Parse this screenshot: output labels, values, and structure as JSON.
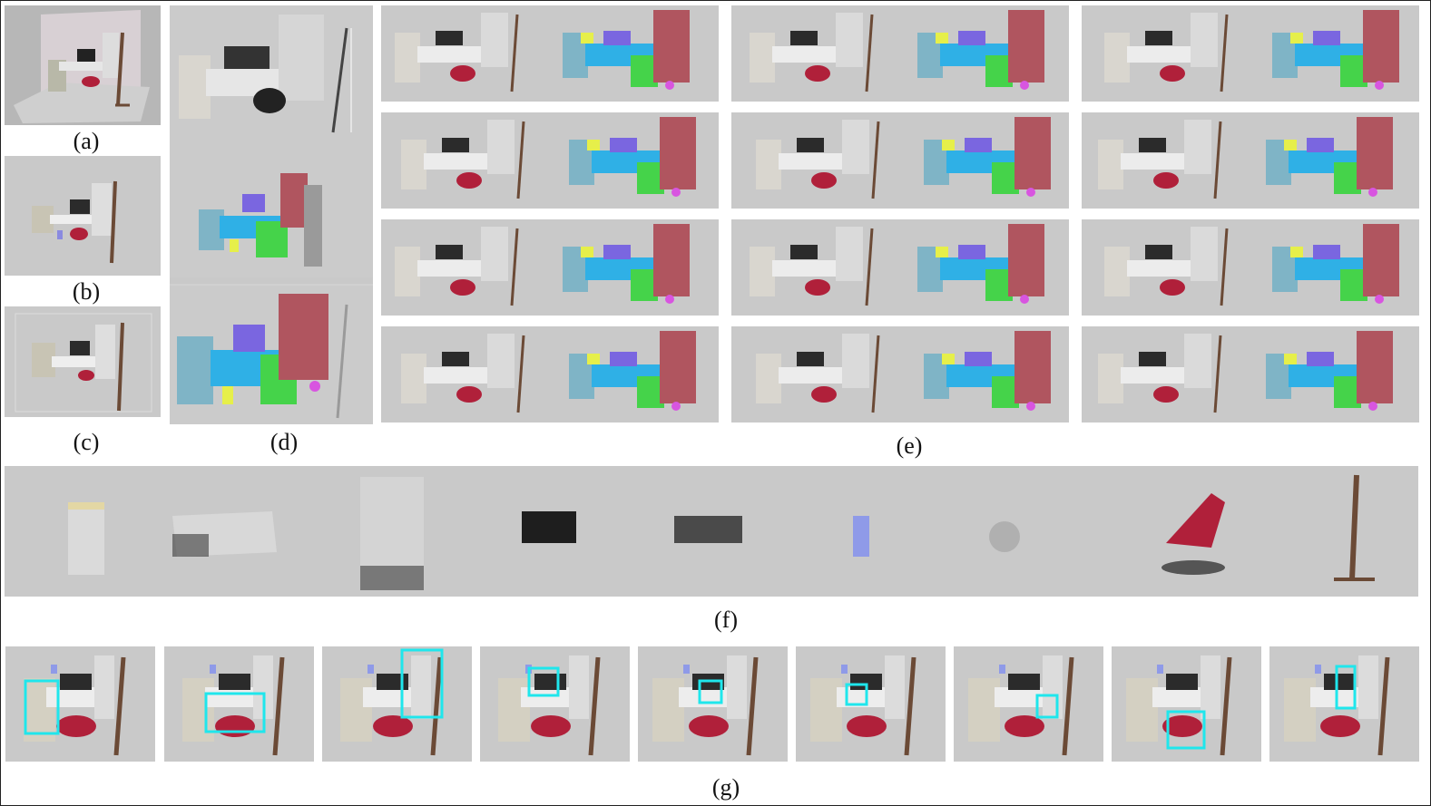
{
  "figure": {
    "captions": {
      "a": "(a)",
      "b": "(b)",
      "c": "(c)",
      "d": "(d)",
      "e": "(e)",
      "f": "(f)",
      "g": "(g)"
    }
  },
  "colors": {
    "panel_bg": "#c9c9c9",
    "segment_cyan": "#2fb0e6",
    "segment_blue_gray": "#7fb4c6",
    "segment_green": "#45d34a",
    "segment_yellow": "#e6ef4a",
    "segment_purple": "#7a66e0",
    "segment_red": "#b0555f",
    "segment_magenta": "#d855e0",
    "highlight_box": "#1fe6ec",
    "chair_red": "#b0203a",
    "rack_brown": "#6b4a36"
  },
  "panels": {
    "e_grid": {
      "columns": 3,
      "rows": 4
    },
    "f_objects": [
      "cabinet",
      "desk",
      "wardrobe",
      "monitor",
      "keyboard",
      "bottle",
      "cup",
      "chair",
      "coat-rack"
    ],
    "g_views": 9
  }
}
